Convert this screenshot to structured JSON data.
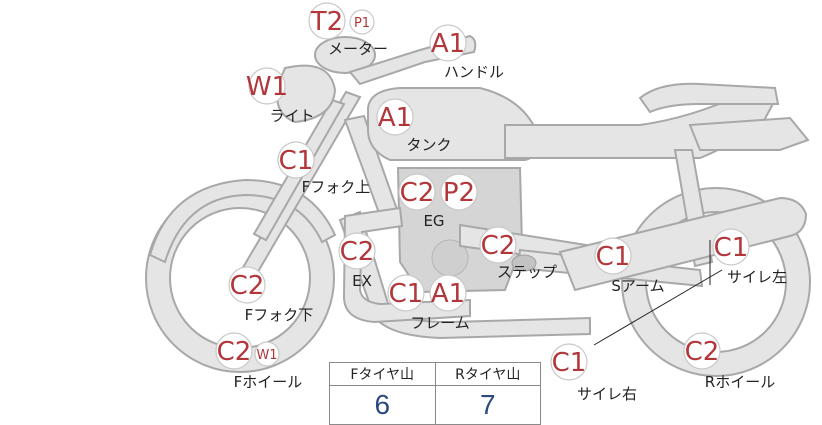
{
  "inspection_points": [
    {
      "id": "meter",
      "codes": [
        "T2",
        "P1"
      ],
      "label": "メーター"
    },
    {
      "id": "handle",
      "codes": [
        "A1"
      ],
      "label": "ハンドル"
    },
    {
      "id": "light",
      "codes": [
        "W1"
      ],
      "label": "ライト"
    },
    {
      "id": "tank",
      "codes": [
        "A1"
      ],
      "label": "タンク"
    },
    {
      "id": "ffork-up",
      "codes": [
        "C1"
      ],
      "label": "Fフォク上"
    },
    {
      "id": "engine",
      "codes": [
        "C2",
        "P2"
      ],
      "label": "EG"
    },
    {
      "id": "exhaust",
      "codes": [
        "C2"
      ],
      "label": "EX"
    },
    {
      "id": "step",
      "codes": [
        "C2"
      ],
      "label": "ステップ"
    },
    {
      "id": "swingarm",
      "codes": [
        "C1"
      ],
      "label": "Sアーム"
    },
    {
      "id": "muffler-l",
      "codes": [
        "C1"
      ],
      "label": "サイレ左"
    },
    {
      "id": "ffork-down",
      "codes": [
        "C2"
      ],
      "label": "Fフォク下"
    },
    {
      "id": "frame",
      "codes": [
        "C1",
        "A1"
      ],
      "label": "フレーム"
    },
    {
      "id": "fwheel",
      "codes": [
        "C2",
        "W1"
      ],
      "label": "Fホイール"
    },
    {
      "id": "muffler-r",
      "codes": [
        "C1"
      ],
      "label": "サイレ右"
    },
    {
      "id": "rwheel",
      "codes": [
        "C2"
      ],
      "label": "Rホイール"
    }
  ],
  "tire_tread": {
    "front_label": "Fタイヤ山",
    "rear_label": "Rタイヤ山",
    "front_value": "6",
    "rear_value": "7"
  },
  "colors": {
    "code_text": "#b2373b",
    "tread_value": "#2c4a7c",
    "bike_fill": "#e5e5e5",
    "bike_outline": "#a8a8a8"
  }
}
